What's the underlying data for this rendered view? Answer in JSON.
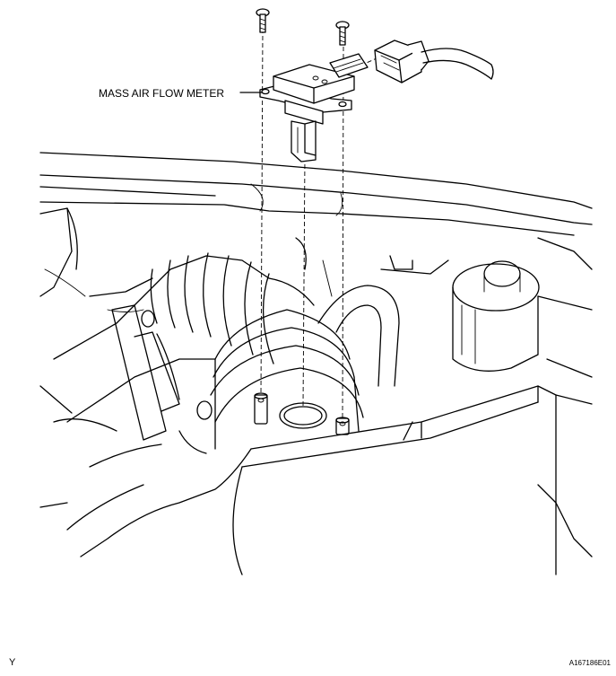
{
  "diagram": {
    "callout_label": "MASS AIR FLOW METER",
    "corner_left": "Y",
    "figure_id": "A167186E01"
  },
  "colors": {
    "line": "#000000",
    "background": "#ffffff"
  }
}
